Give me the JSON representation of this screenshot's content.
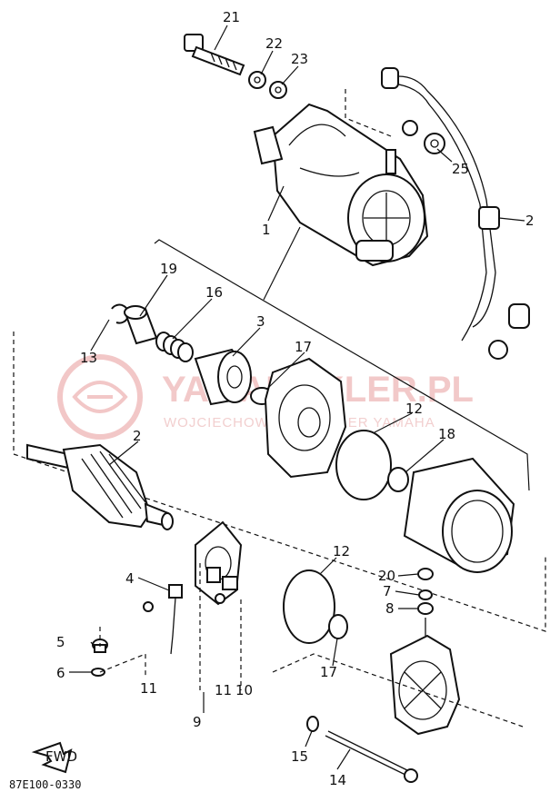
{
  "figure_code": "87E100-0330",
  "fwd_label": "FWD",
  "watermark": {
    "title": "YAMAHAKLER.PL",
    "subtitle": "WOJCIECHOWSKI • DEALER YAMAHA"
  },
  "callouts": [
    {
      "id": "c1",
      "text": "1"
    },
    {
      "id": "c2",
      "text": "2"
    },
    {
      "id": "c2b",
      "text": "2"
    },
    {
      "id": "c3",
      "text": "3"
    },
    {
      "id": "c4",
      "text": "4"
    },
    {
      "id": "c5",
      "text": "5"
    },
    {
      "id": "c6",
      "text": "6"
    },
    {
      "id": "c7",
      "text": "7"
    },
    {
      "id": "c8",
      "text": "8"
    },
    {
      "id": "c9",
      "text": "9"
    },
    {
      "id": "c10",
      "text": "10"
    },
    {
      "id": "c11a",
      "text": "11"
    },
    {
      "id": "c11b",
      "text": "11"
    },
    {
      "id": "c12a",
      "text": "12"
    },
    {
      "id": "c12b",
      "text": "12"
    },
    {
      "id": "c13",
      "text": "13"
    },
    {
      "id": "c14",
      "text": "14"
    },
    {
      "id": "c15",
      "text": "15"
    },
    {
      "id": "c16",
      "text": "16"
    },
    {
      "id": "c17a",
      "text": "17"
    },
    {
      "id": "c17b",
      "text": "17"
    },
    {
      "id": "c18",
      "text": "18"
    },
    {
      "id": "c19",
      "text": "19"
    },
    {
      "id": "c20",
      "text": "20"
    },
    {
      "id": "c21",
      "text": "21"
    },
    {
      "id": "c22",
      "text": "22"
    },
    {
      "id": "c23",
      "text": "23"
    },
    {
      "id": "c25",
      "text": "25"
    }
  ]
}
